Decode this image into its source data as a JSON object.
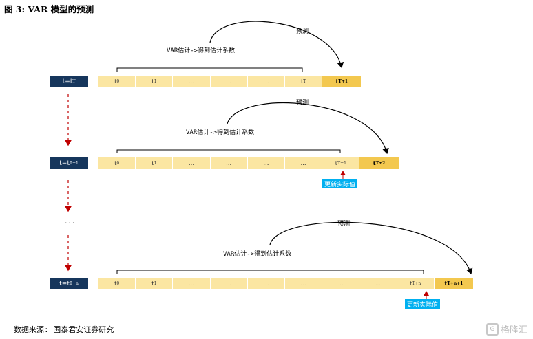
{
  "figure_title": "图 3:  VAR 模型的预测",
  "source": "数据来源:  国泰君安证券研究",
  "watermark": "格隆汇",
  "rows": [
    {
      "label_base": "t=t",
      "label_sub": "T",
      "cells": [
        {
          "base": "t",
          "sub": "0"
        },
        {
          "base": "t",
          "sub": "1"
        },
        {
          "base": "...",
          "sub": ""
        },
        {
          "base": "...",
          "sub": ""
        },
        {
          "base": "...",
          "sub": ""
        },
        {
          "base": "t",
          "sub": "T"
        }
      ],
      "prediction": {
        "base": "t",
        "sub": "T+1"
      },
      "estimate_text": "VAR估计->得到估计系数",
      "forecast_text": "预测"
    },
    {
      "label_base": "t=t",
      "label_sub": "T+1",
      "cells": [
        {
          "base": "t",
          "sub": "0"
        },
        {
          "base": "t",
          "sub": "1"
        },
        {
          "base": "...",
          "sub": ""
        },
        {
          "base": "...",
          "sub": ""
        },
        {
          "base": "...",
          "sub": ""
        },
        {
          "base": "...",
          "sub": ""
        },
        {
          "base": "t",
          "sub": "T+1"
        }
      ],
      "prediction": {
        "base": "t",
        "sub": "T+2"
      },
      "estimate_text": "VAR估计->得到估计系数",
      "forecast_text": "预测",
      "update_text": "更新实际值"
    },
    {
      "label_base": "t=t",
      "label_sub": "T+n",
      "cells": [
        {
          "base": "t",
          "sub": "0"
        },
        {
          "base": "t",
          "sub": "1"
        },
        {
          "base": "...",
          "sub": ""
        },
        {
          "base": "...",
          "sub": ""
        },
        {
          "base": "...",
          "sub": ""
        },
        {
          "base": "...",
          "sub": ""
        },
        {
          "base": "...",
          "sub": ""
        },
        {
          "base": "...",
          "sub": ""
        },
        {
          "base": "t",
          "sub": "T+n"
        }
      ],
      "prediction": {
        "base": "t",
        "sub": "T+n+1"
      },
      "estimate_text": "VAR估计->得到估计系数",
      "forecast_text": "预测",
      "update_text": "更新实际值"
    }
  ],
  "ellipsis": "...",
  "colors": {
    "label_bg": "#16365c",
    "cell_bg": "#fbe6a2",
    "prediction_bg": "#f3c84f",
    "update_bg": "#00b0f0",
    "dashed_arrow": "#c00000"
  }
}
